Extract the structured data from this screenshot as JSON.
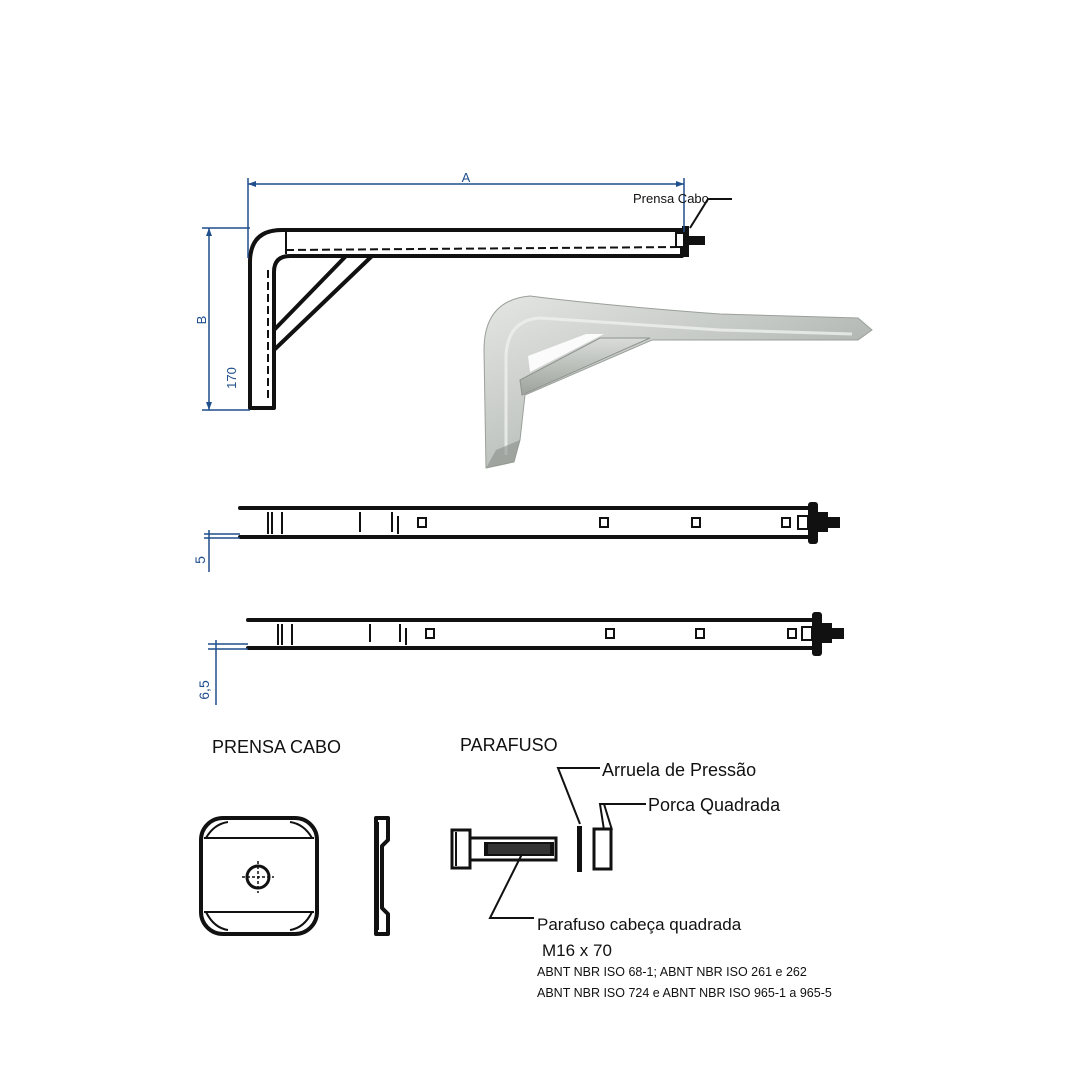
{
  "dimensions": {
    "a": "A",
    "b": "B",
    "b_value": "170",
    "thickness_1": "5",
    "thickness_2": "6,5"
  },
  "labels": {
    "prensa_cabo_callout": "Prensa Cabo",
    "prensa_cabo_title": "PRENSA CABO",
    "parafuso_title": "PARAFUSO",
    "arruela": "Arruela de Pressão",
    "porca": "Porca Quadrada",
    "parafuso_desc": "Parafuso cabeça quadrada",
    "parafuso_size": "M16 x 70",
    "norms_line1": "ABNT NBR ISO 68-1; ABNT NBR ISO 261 e 262",
    "norms_line2": "ABNT NBR ISO 724 e  ABNT NBR ISO 965-1 a 965-5"
  },
  "colors": {
    "dimension": "#1f4e8c",
    "line": "#111111",
    "photo_metal": "#b9bdb9"
  }
}
